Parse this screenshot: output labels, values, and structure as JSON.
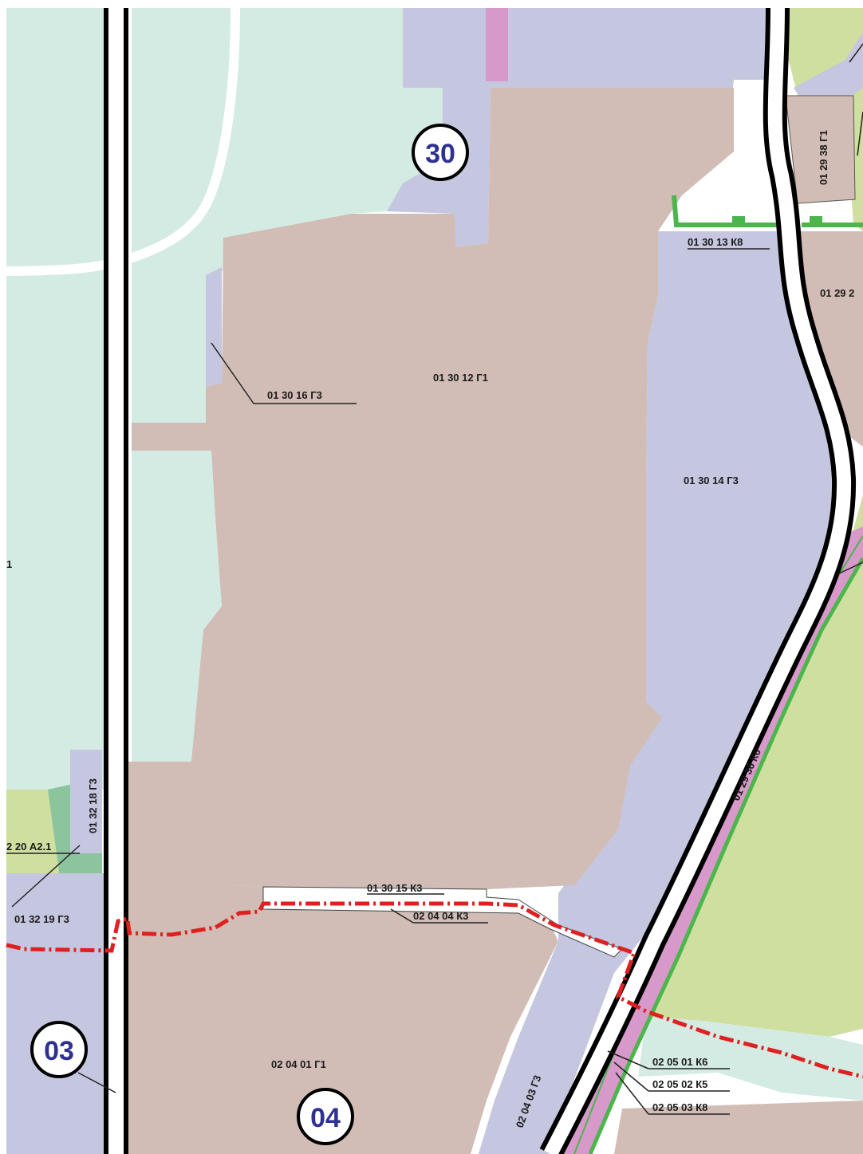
{
  "colors": {
    "mint": "#d3ebe3",
    "lavender": "#c5c6df",
    "tan": "#d1bdb5",
    "lightgreen": "#cfdf9f",
    "darkgreen": "#8cc49e",
    "pink": "#d699c9",
    "green_line": "#4bb64b",
    "boundary_red": "#e02020",
    "badge_text": "#2e3192"
  },
  "zones": {
    "z_013012": "01 30 12 Г1",
    "z_013016": "01 30 16 Г3",
    "z_013014": "01 30 14 Г3",
    "z_013013": "01 30 13 К8",
    "z_012938": "01 29 38 Г1",
    "z_0129b": "01 29 2",
    "z_012936": "01 29 36 К6",
    "z_013015": "01 30 15 К3",
    "z_020404": "02 04 04 К3",
    "z_020401": "02 04 01 Г1",
    "z_020403": "02 04 03 Г3",
    "z_020501": "02 05 01 К6",
    "z_020502": "02 05 02 К5",
    "z_020503": "02 05 03 К8",
    "z_013218": "01 32 18 Г3",
    "z_013219": "01 32 19 Г3",
    "z_a21": "2 20 А2.1",
    "z_left1": "1"
  },
  "districts": {
    "d30": "30",
    "d03": "03",
    "d04": "04"
  }
}
